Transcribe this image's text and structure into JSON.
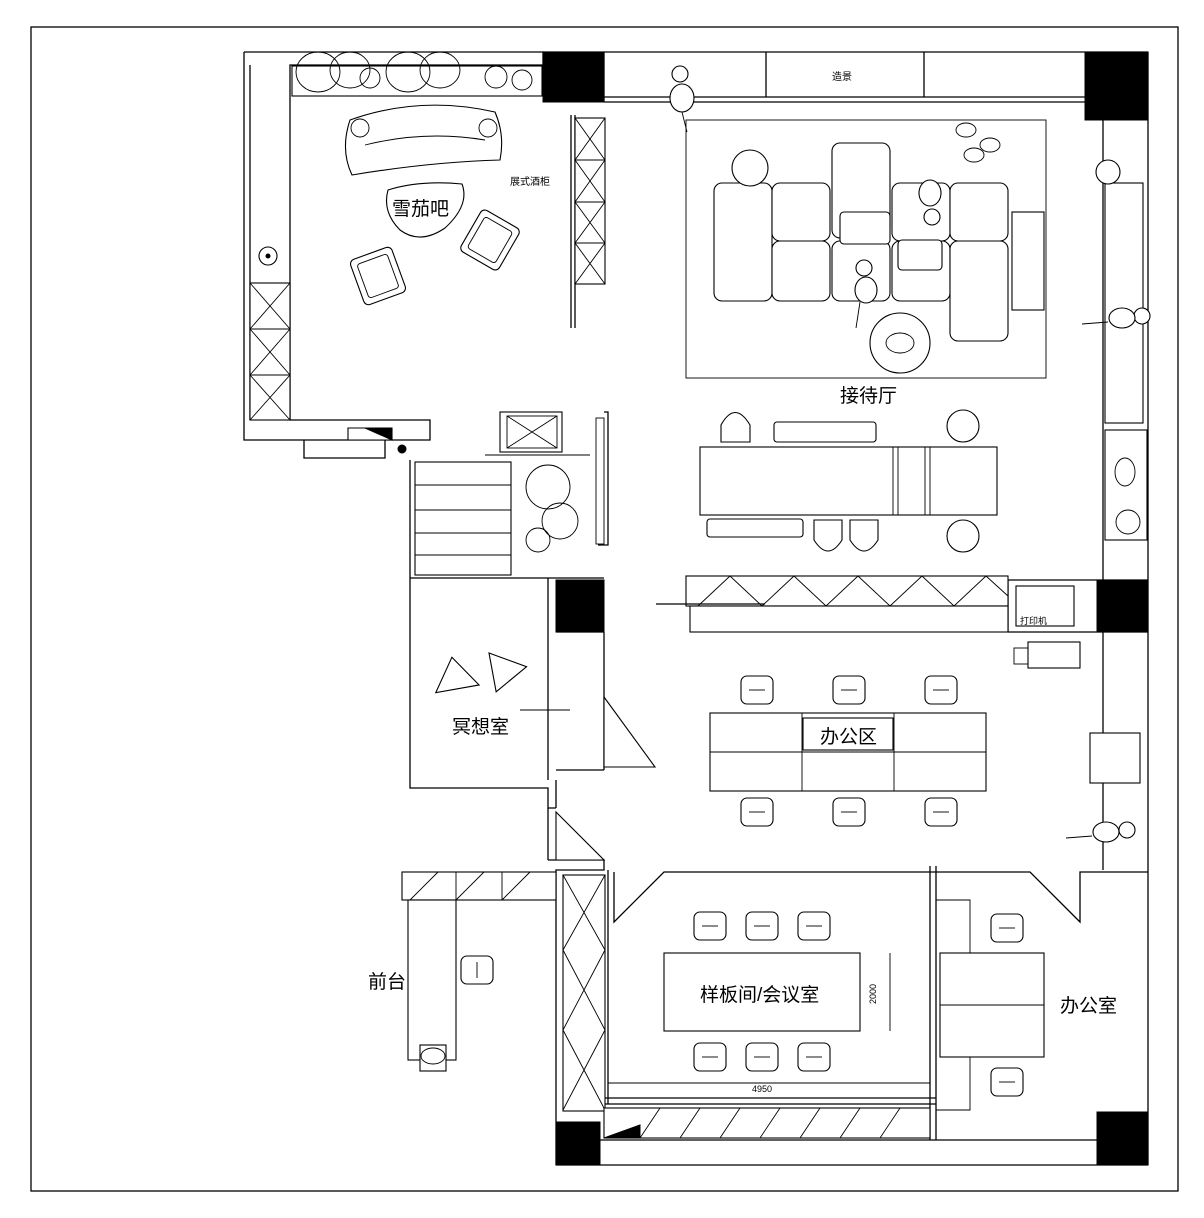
{
  "rooms": {
    "cigar_bar": "雪茄吧",
    "reception_hall": "接待厅",
    "meditation_room": "冥想室",
    "office_area": "办公区",
    "front_desk": "前台",
    "sample_meeting_room": "样板间/会议室",
    "office_room": "办公室"
  },
  "annotations": {
    "tea_cabinet": "展式酒柜",
    "top_strip": "造景",
    "printer_tag": "打印机"
  },
  "dimensions": {
    "meeting_room_width": "4950",
    "meeting_table_depth": "2000"
  }
}
